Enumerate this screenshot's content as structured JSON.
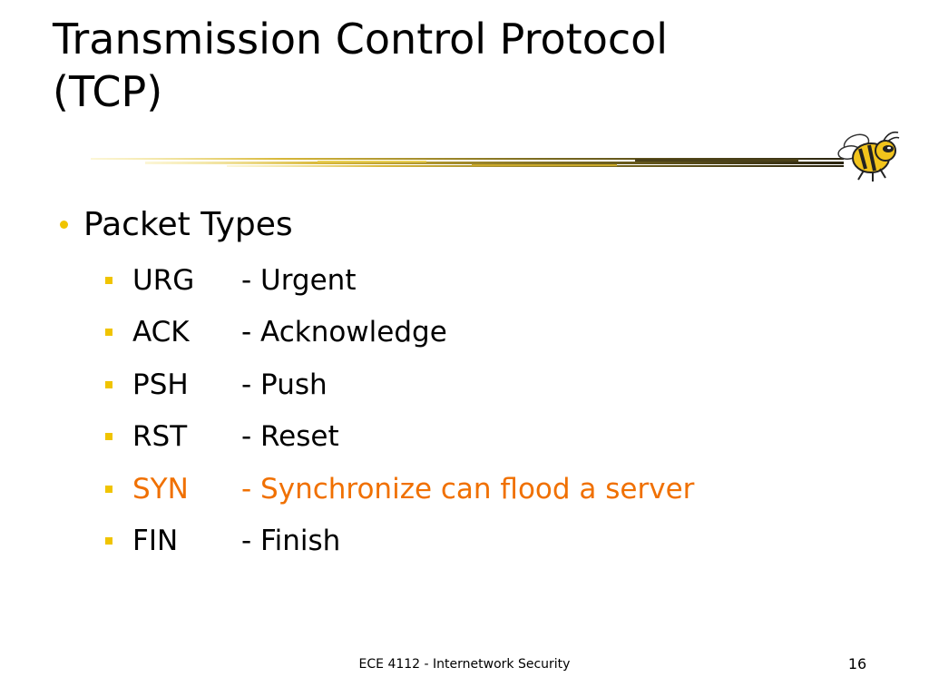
{
  "title": {
    "line1": "Transmission Control Protocol",
    "line2": "(TCP)"
  },
  "colors": {
    "bullet": "#f0c400",
    "highlight": "#f07000",
    "text": "#000000"
  },
  "bullets": [
    {
      "label": "Packet Types",
      "items": [
        {
          "code": "URG",
          "desc": "- Urgent",
          "highlight": false
        },
        {
          "code": "ACK",
          "desc": "- Acknowledge",
          "highlight": false
        },
        {
          "code": "PSH",
          "desc": "- Push",
          "highlight": false
        },
        {
          "code": "RST",
          "desc": "- Reset",
          "highlight": false
        },
        {
          "code": "SYN",
          "desc": "- Synchronize can flood a server",
          "highlight": true
        },
        {
          "code": "FIN",
          "desc": "- Finish",
          "highlight": false
        }
      ]
    }
  ],
  "footer": {
    "course": "ECE 4112 - Internetwork Security",
    "page": "16"
  },
  "icons": {
    "mascot": "yellow-jacket-mascot-icon",
    "rule": "gold-title-rule",
    "main_bullet": "dot-bullet-icon",
    "sub_bullet": "square-bullet-icon"
  }
}
